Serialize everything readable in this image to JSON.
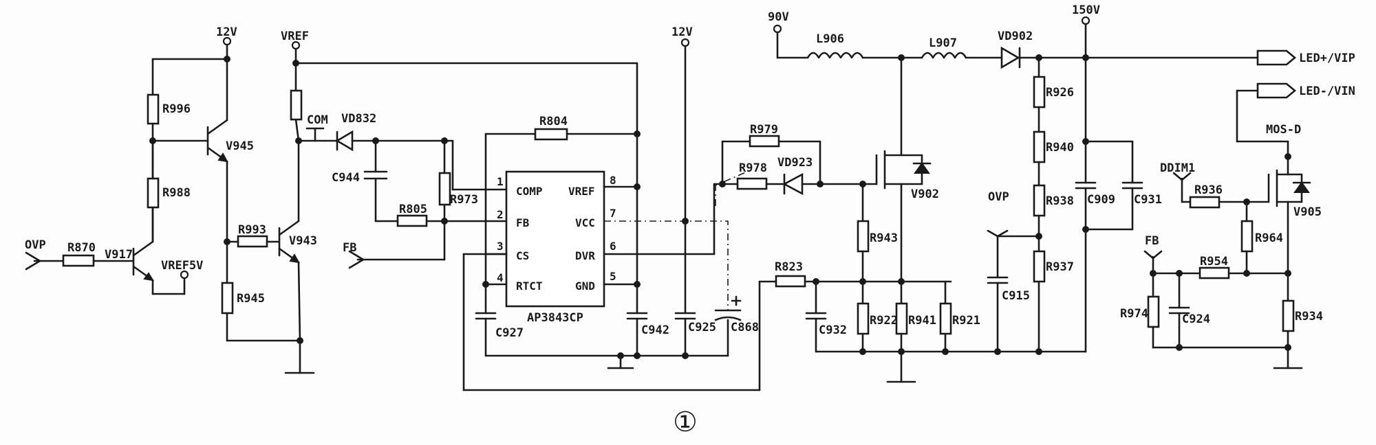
{
  "figure_number": "①",
  "power_labels": {
    "v12_left": "12V",
    "vref_top": "VREF",
    "v12_mid": "12V",
    "v90": "90V",
    "v150": "150V",
    "vref5v": "VREF5V",
    "com": "COM",
    "ovp_in": "OVP",
    "fb_in": "FB",
    "ovp_mid": "OVP",
    "fb_right": "FB",
    "ddim1": "DDIM1",
    "mos_d": "MOS-D",
    "led_plus": "LED+/VIP",
    "led_minus": "LED-/VIN"
  },
  "components": {
    "R996": "R996",
    "R988": "R988",
    "R870": "R870",
    "V917": "V917",
    "V945": "V945",
    "R993": "R993",
    "V943": "V943",
    "R945": "R945",
    "VD832": "VD832",
    "C944": "C944",
    "R805": "R805",
    "R973": "R973",
    "R804": "R804",
    "C927": "C927",
    "C942": "C942",
    "C925": "C925",
    "C868": "C868",
    "R979": "R979",
    "R978": "R978",
    "VD923": "VD923",
    "V902": "V902",
    "R943": "R943",
    "R823": "R823",
    "C932": "C932",
    "R922": "R922",
    "R941": "R941",
    "R921": "R921",
    "L906": "L906",
    "L907": "L907",
    "VD902": "VD902",
    "R926": "R926",
    "R940": "R940",
    "R938": "R938",
    "R937": "R937",
    "C915": "C915",
    "C909": "C909",
    "C931": "C931",
    "R936": "R936",
    "V905": "V905",
    "R964": "R964",
    "R954": "R954",
    "R974": "R974",
    "C924": "C924",
    "R934": "R934"
  },
  "ic": {
    "name": "AP3843CP",
    "pins_left": [
      {
        "num": "1",
        "name": "COMP"
      },
      {
        "num": "2",
        "name": "FB"
      },
      {
        "num": "3",
        "name": "CS"
      },
      {
        "num": "4",
        "name": "RTCT"
      }
    ],
    "pins_right": [
      {
        "num": "8",
        "name": "VREF"
      },
      {
        "num": "7",
        "name": "VCC"
      },
      {
        "num": "6",
        "name": "DVR"
      },
      {
        "num": "5",
        "name": "GND"
      }
    ]
  }
}
